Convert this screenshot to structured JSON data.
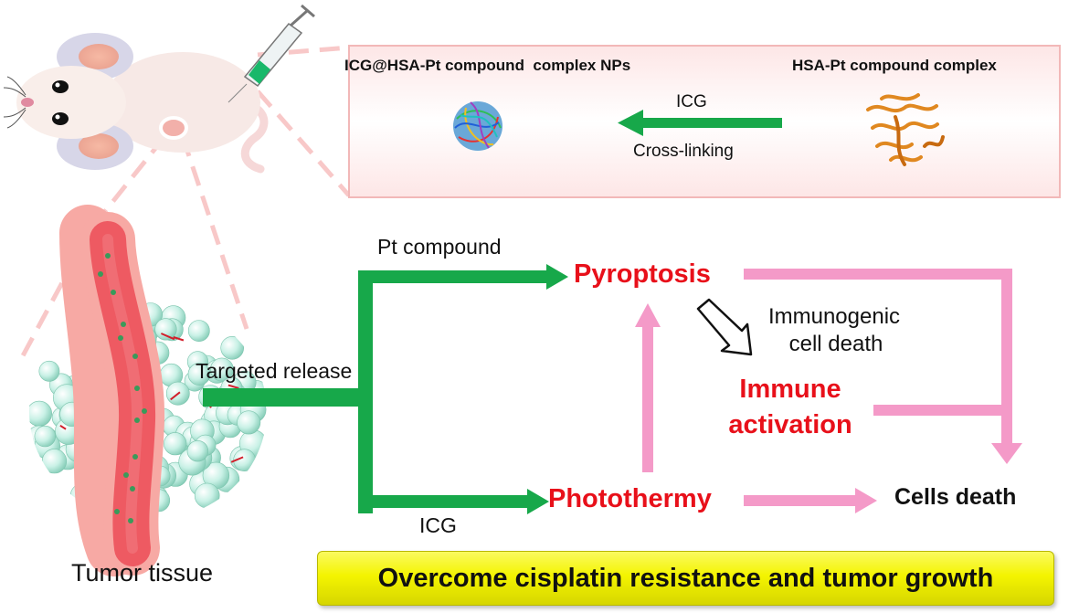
{
  "panel": {
    "nps_title": "ICG@HSA-Pt compound  complex NPs",
    "complex_title": "HSA-Pt compound complex",
    "arrow_top_label": "ICG",
    "arrow_bottom_label": "Cross-linking"
  },
  "pathway": {
    "pt_compound": "Pt compound",
    "targeted_release": "Targeted release",
    "icg": "ICG",
    "pyroptosis": "Pyroptosis",
    "photothermy": "Photothermy",
    "immunogenic": "Immunogenic",
    "cell_death": "cell death",
    "immune": "Immune",
    "activation": "activation",
    "cells_death": "Cells death"
  },
  "tumor_label": "Tumor tissue",
  "banner": "Overcome cisplatin resistance and tumor growth",
  "colors": {
    "green_arrow": "#17a84a",
    "pink_arrow": "#f49ac8",
    "red_text": "#e8101a",
    "banner_yellow": "#f4f400",
    "vessel_red": "#f0606a",
    "cell_mint": "#c8f0e6"
  }
}
